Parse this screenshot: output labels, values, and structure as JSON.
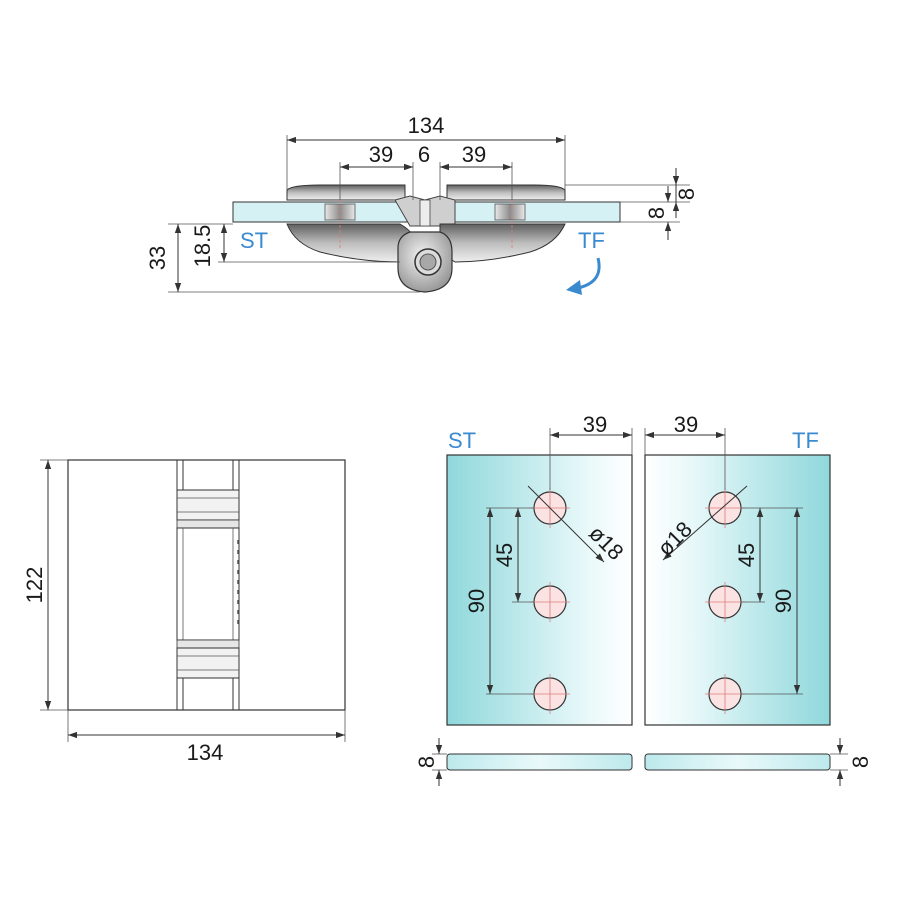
{
  "colors": {
    "accent": "#3a8ad0",
    "glass_edge": "#9fdde0",
    "metal_dark": "#6f6f6f",
    "metal_light": "#e4e4e4"
  },
  "top_view": {
    "dim_total": "134",
    "dim_left": "39",
    "dim_gap": "6",
    "dim_right": "39",
    "dim_height_total": "33",
    "dim_height_axis": "18.5",
    "dim_right_outer": "8",
    "dim_right_inner": "8",
    "label_left": "ST",
    "label_right": "TF"
  },
  "front_view": {
    "dim_height": "122",
    "dim_width": "134"
  },
  "glass_view": {
    "label_left": "ST",
    "label_right": "TF",
    "dim_left_offset": "39",
    "dim_right_offset": "39",
    "dim_left_hole": "ø18",
    "dim_right_hole": "ø18",
    "dim_left_spacing": "45",
    "dim_left_total": "90",
    "dim_right_spacing": "45",
    "dim_right_total": "90",
    "dim_left_thickness": "8",
    "dim_right_thickness": "8"
  }
}
